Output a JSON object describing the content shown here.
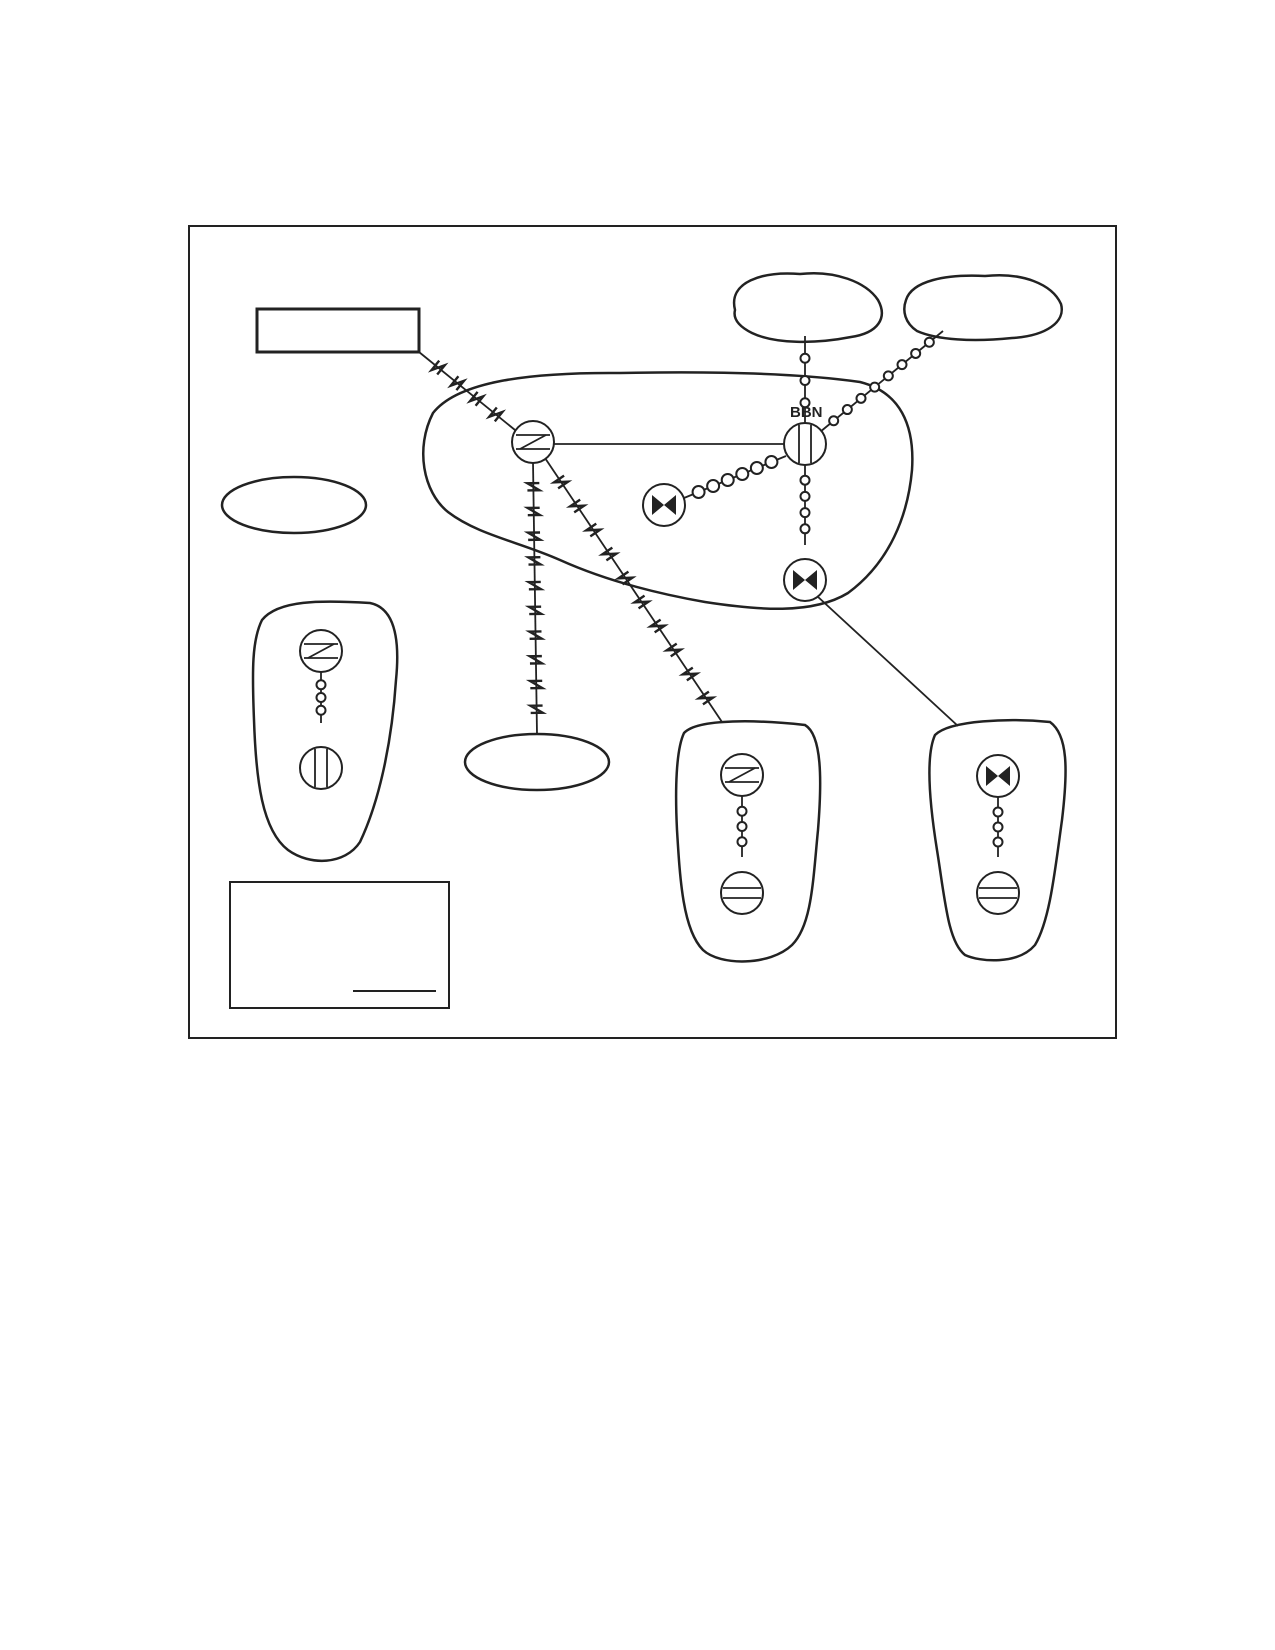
{
  "diagram": {
    "nodes": {
      "hub_router": {
        "icon": "router-icon",
        "shape": "circle-with-z"
      },
      "bbn_switch": {
        "icon": "switch-icon",
        "label": "BBN",
        "shape": "circle-with-vertical-bars"
      },
      "bowtie_a": {
        "icon": "bowtie-icon",
        "shape": "circle-with-bowtie"
      },
      "bowtie_b": {
        "icon": "bowtie-icon",
        "shape": "circle-with-bowtie"
      },
      "left_site_router": {
        "icon": "router-icon",
        "shape": "circle-with-z"
      },
      "left_site_switch": {
        "icon": "switch-icon",
        "shape": "circle-with-vertical-bars"
      },
      "mid_site_router": {
        "icon": "router-icon",
        "shape": "circle-with-z"
      },
      "mid_site_hub": {
        "icon": "hub-icon",
        "shape": "circle-with-horizontal-bars"
      },
      "right_site_bowtie": {
        "icon": "bowtie-icon",
        "shape": "circle-with-bowtie"
      },
      "right_site_hub": {
        "icon": "hub-icon",
        "shape": "circle-with-horizontal-bars"
      }
    },
    "link_styles": {
      "serial": "zigzag",
      "ethernet": "chain-of-circles",
      "direct": "plain-line"
    },
    "colors": {
      "stroke": "#222222",
      "fill": "#ffffff"
    }
  }
}
